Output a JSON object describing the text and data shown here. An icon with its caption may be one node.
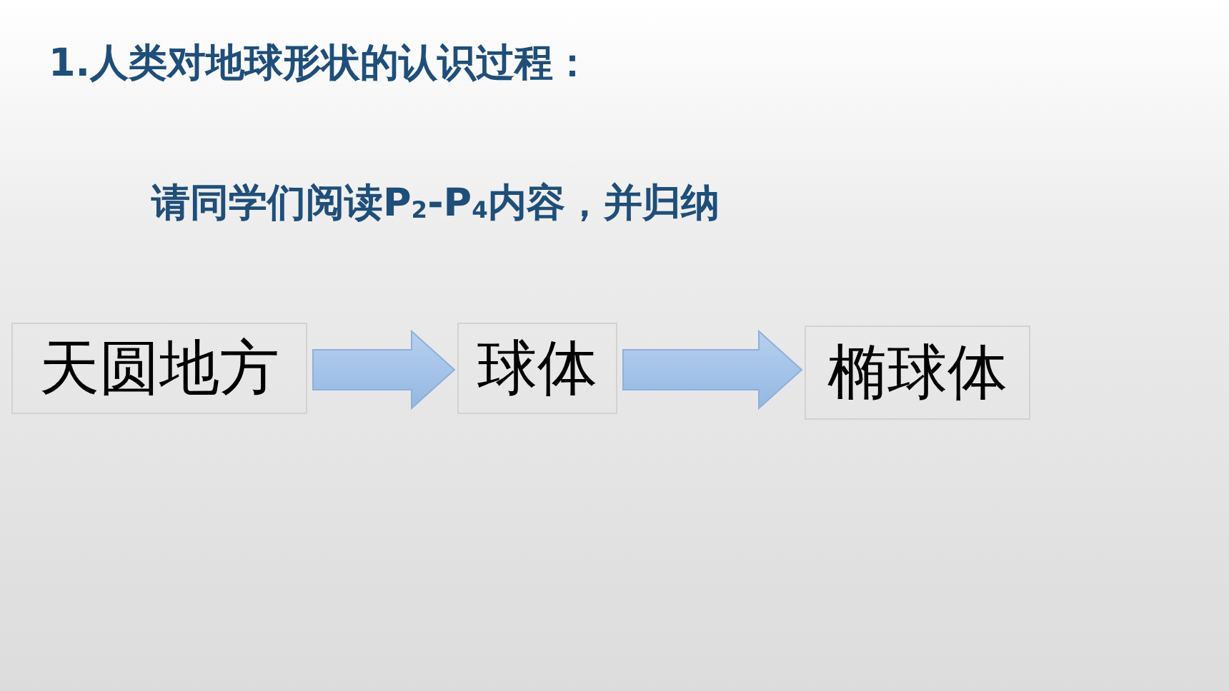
{
  "diagram": {
    "title": "1.人类对地球形状的认识过程：",
    "nodes": [
      {
        "text": [
          "天圆地方"
        ]
      },
      {
        "text": [
          "球体"
        ]
      },
      {
        "text": [
          "椭球体"
        ]
      }
    ],
    "edges": [
      {
        "from": 0,
        "to": 1,
        "arrow": "to"
      },
      {
        "from": 1,
        "to": 2,
        "arrow": "to"
      }
    ],
    "labels": [
      "请同学们阅读P$_{2}$-P$_{4}$内容，并归纳"
    ]
  }
}
